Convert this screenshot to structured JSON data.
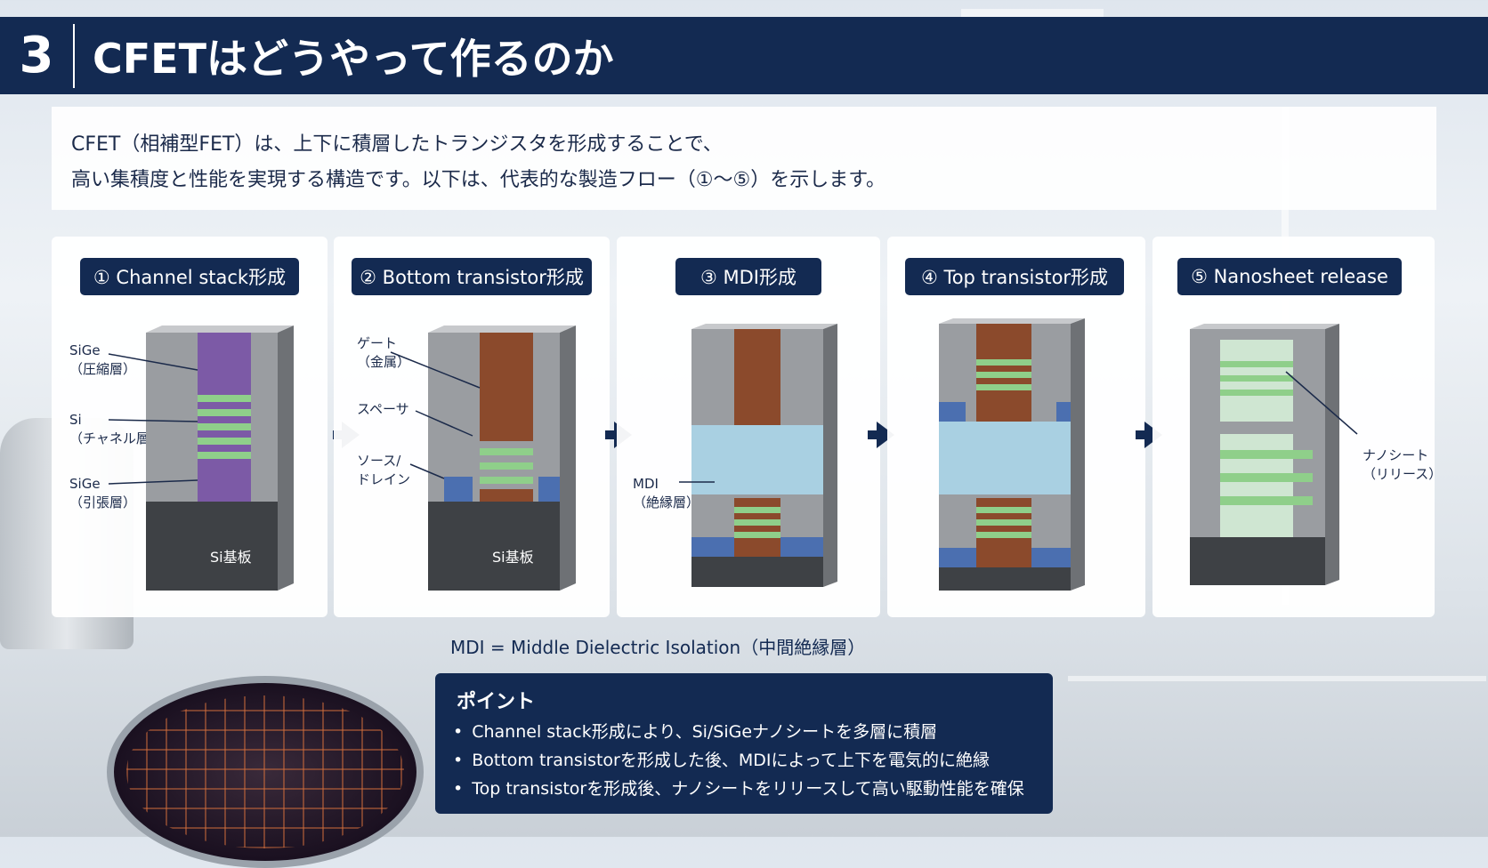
{
  "header": {
    "number": "3",
    "title": "CFETはどうやって作るのか"
  },
  "intro": {
    "line1": "CFET（相補型FET）は、上下に積層したトランジスタを形成することで、",
    "line2": "高い集積度と性能を実現する構造です。以下は、代表的な製造フロー（①～⑤）を示します。"
  },
  "steps": [
    {
      "label": "① Channel stack形成",
      "callouts": [
        "SiGe",
        "（圧縮層）",
        "Si",
        "（チャネル層）",
        "SiGe",
        "（引張層）"
      ],
      "substrate": "Si基板"
    },
    {
      "label": "② Bottom transistor形成",
      "callouts": [
        "ゲート",
        "（金属）",
        "スペーサ",
        "ソース/",
        "ドレイン"
      ],
      "substrate": "Si基板"
    },
    {
      "label": "③ MDI形成",
      "callouts": [
        "MDI",
        "（絶縁層）"
      ]
    },
    {
      "label": "④ Top transistor形成"
    },
    {
      "label": "⑤ Nanosheet release",
      "callouts": [
        "ナノシート",
        "（リリース）"
      ]
    }
  ],
  "note": "MDI = Middle Dielectric Isolation（中間絶縁層）",
  "points": {
    "heading": "ポイント",
    "items": [
      "Channel stack形成により、Si/SiGeナノシートを多層に積層",
      "Bottom transistorを形成した後、MDIによって上下を電気的に絶縁",
      "Top transistorを形成後、ナノシートをリリースして高い駆動性能を確保"
    ]
  },
  "colors": {
    "navy": "#132a52",
    "gate": "#8b4a2c",
    "sheet": "#8fcf8a",
    "sige": "#7c5aa6",
    "mdi": "#a9d0e2",
    "sd": "#4b6fb0",
    "spacer": "#9a9da1",
    "substrate": "#3e4145"
  }
}
